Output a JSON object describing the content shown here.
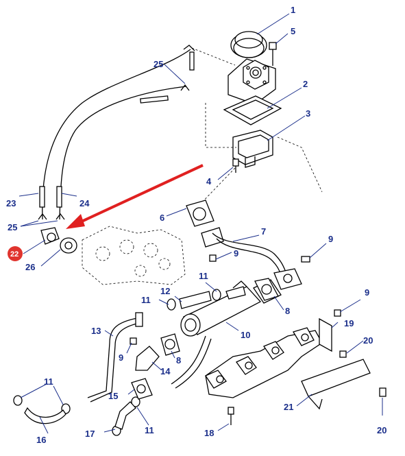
{
  "colors": {
    "callout": "#1a2e8a",
    "arrow": "#e02020",
    "highlight": "#e0342e",
    "line": "#000000"
  },
  "highlighted_part": "22",
  "callouts": {
    "c1": "1",
    "c2": "2",
    "c3": "3",
    "c4": "4",
    "c5": "5",
    "c6": "6",
    "c7": "7",
    "c8a": "8",
    "c8b": "8",
    "c9a": "9",
    "c9b": "9",
    "c9c": "9",
    "c9d": "9",
    "c10": "10",
    "c11a": "11",
    "c11b": "11",
    "c11c": "11",
    "c11d": "11",
    "c12": "12",
    "c13": "13",
    "c14": "14",
    "c15": "15",
    "c16": "16",
    "c17": "17",
    "c18": "18",
    "c19": "19",
    "c20a": "20",
    "c20b": "20",
    "c21": "21",
    "c22": "22",
    "c23": "23",
    "c24": "24",
    "c25a": "25",
    "c25b": "25",
    "c26": "26"
  }
}
